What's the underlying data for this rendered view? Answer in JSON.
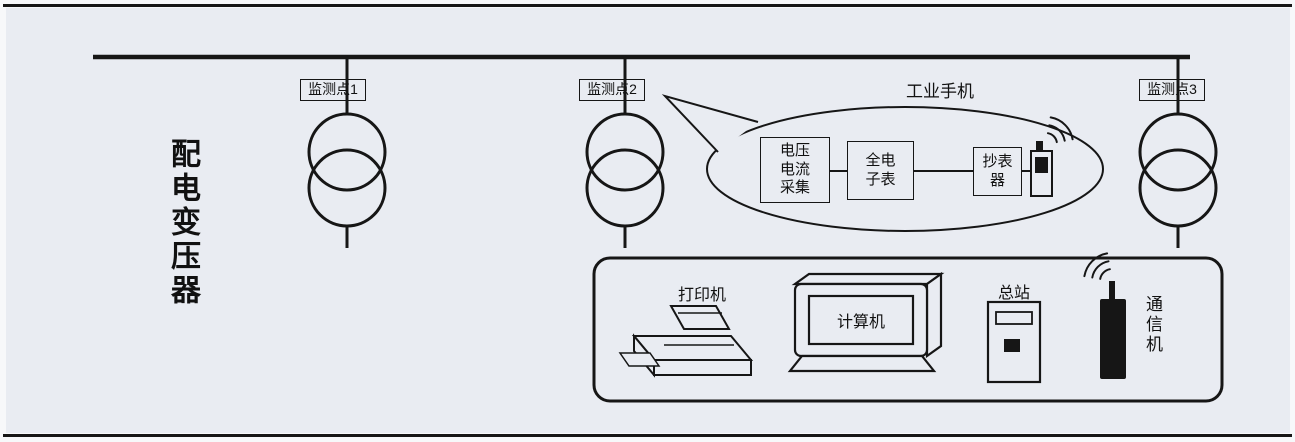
{
  "colors": {
    "background": "#e9ecf2",
    "ink": "#111111"
  },
  "transformer_label": "配电变压器",
  "monitor_points": [
    {
      "label": "监测点1"
    },
    {
      "label": "监测点2"
    },
    {
      "label": "监测点3"
    }
  ],
  "callout": {
    "title": "工业手机",
    "collect_box": {
      "line1": "电压",
      "line2": "电流",
      "line3": "采集"
    },
    "meter_box": {
      "line1": "全电",
      "line2": "子表"
    },
    "reader_box": {
      "line1": "抄表",
      "line2": "器"
    }
  },
  "station": {
    "printer": "打印机",
    "computer": "计算机",
    "master": "总站",
    "comm": "通信机"
  }
}
